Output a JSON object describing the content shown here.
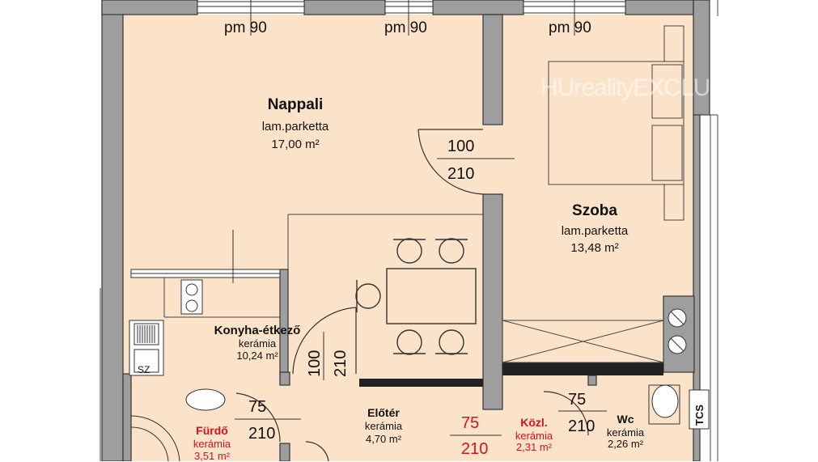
{
  "watermark": "HUrealityEXCLU",
  "window_labels": [
    "pm 90",
    "pm 90",
    "pm 90"
  ],
  "rooms": {
    "nappali": {
      "name": "Nappali",
      "floor": "lam.parketta",
      "area": "17,00 m²"
    },
    "szoba": {
      "name": "Szoba",
      "floor": "lam.parketta",
      "area": "13,48 m²"
    },
    "konyha": {
      "name": "Konyha-étkező",
      "floor": "kerámia",
      "area": "10,24 m²"
    },
    "eloter": {
      "name": "Előtér",
      "floor": "kerámia",
      "area": "4,70 m²"
    },
    "furdo": {
      "name": "Fürdő",
      "floor": "kerámia",
      "area": "3,51 m²"
    },
    "kozl": {
      "name": "Közl.",
      "floor": "kerámia",
      "area": "2,31 m²"
    },
    "wc": {
      "name": "Wc",
      "floor": "kerámia",
      "area": "2,26 m²"
    }
  },
  "doors": {
    "szoba_door": {
      "width": "100",
      "height": "210"
    },
    "konyha_door": {
      "width": "100",
      "height": "210"
    },
    "furdo_door": {
      "width": "75",
      "height": "210"
    },
    "kozl_door": {
      "width": "75",
      "height": "210"
    },
    "wc_door": {
      "width": "75",
      "height": "210"
    }
  },
  "fixtures": {
    "sink_label": "SZ",
    "shaft_label": "TCS"
  },
  "colors": {
    "floor": "#fbe3c9",
    "wall": "#9e9e9e",
    "wall_line": "#333333",
    "accent_red": "#d3121b"
  }
}
